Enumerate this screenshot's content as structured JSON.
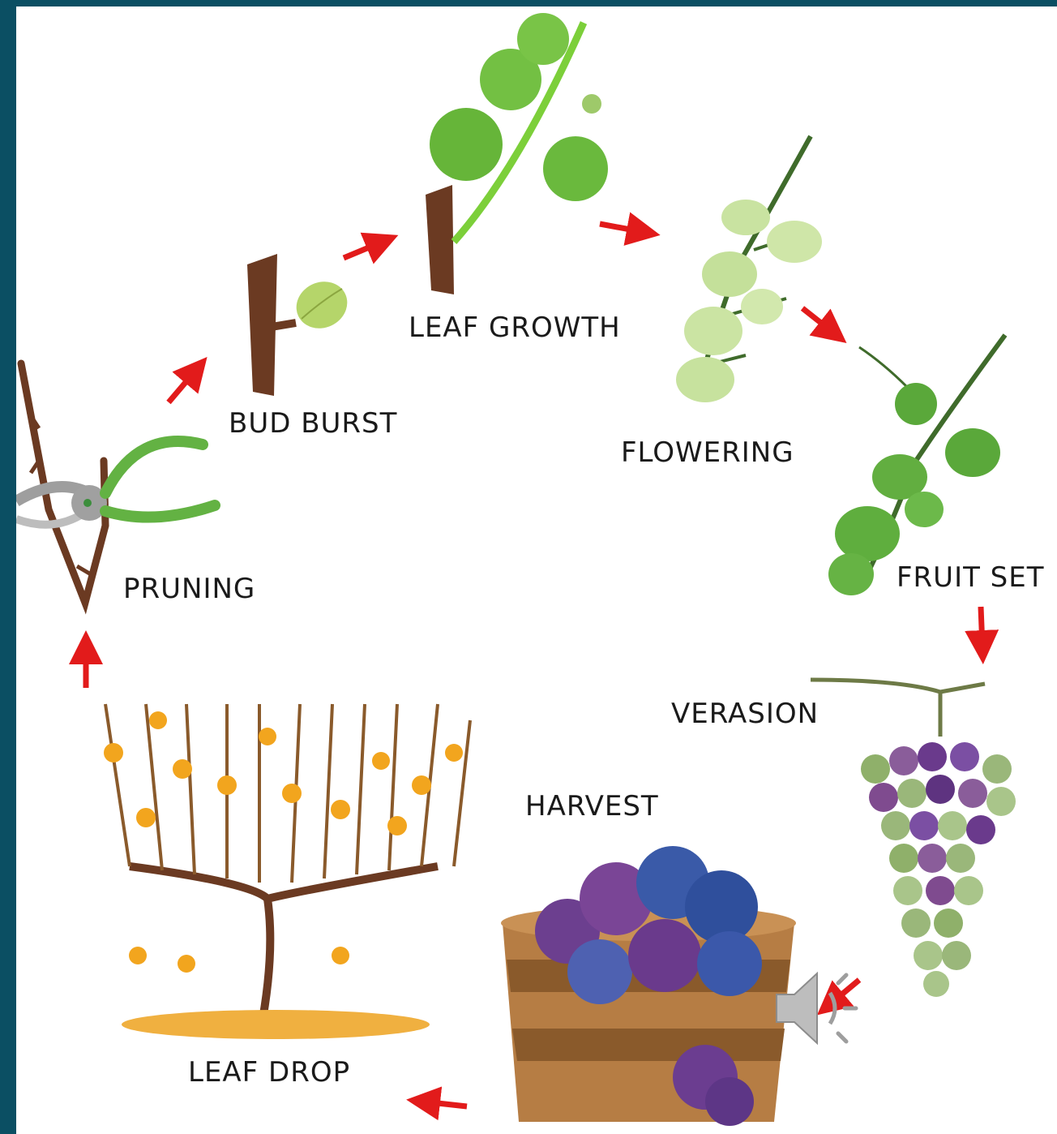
{
  "stages": [
    {
      "id": "pruning",
      "label": "PRUNING"
    },
    {
      "id": "bud-burst",
      "label": "BUD BURST"
    },
    {
      "id": "leaf-growth",
      "label": "LEAF GROWTH"
    },
    {
      "id": "flowering",
      "label": "FLOWERING"
    },
    {
      "id": "fruit-set",
      "label": "FRUIT SET"
    },
    {
      "id": "verasion",
      "label": "VERASION"
    },
    {
      "id": "harvest",
      "label": "HARVEST"
    },
    {
      "id": "leaf-drop",
      "label": "LEAF DROP"
    }
  ],
  "colors": {
    "frame": "#0b4f63",
    "arrow": "#e21b1b",
    "wood": "#6b3a22",
    "leaf": "#6bbf3a",
    "grape": "#6a3a8c"
  },
  "icons": [
    "speaker-icon",
    "pruning-shears-icon"
  ]
}
